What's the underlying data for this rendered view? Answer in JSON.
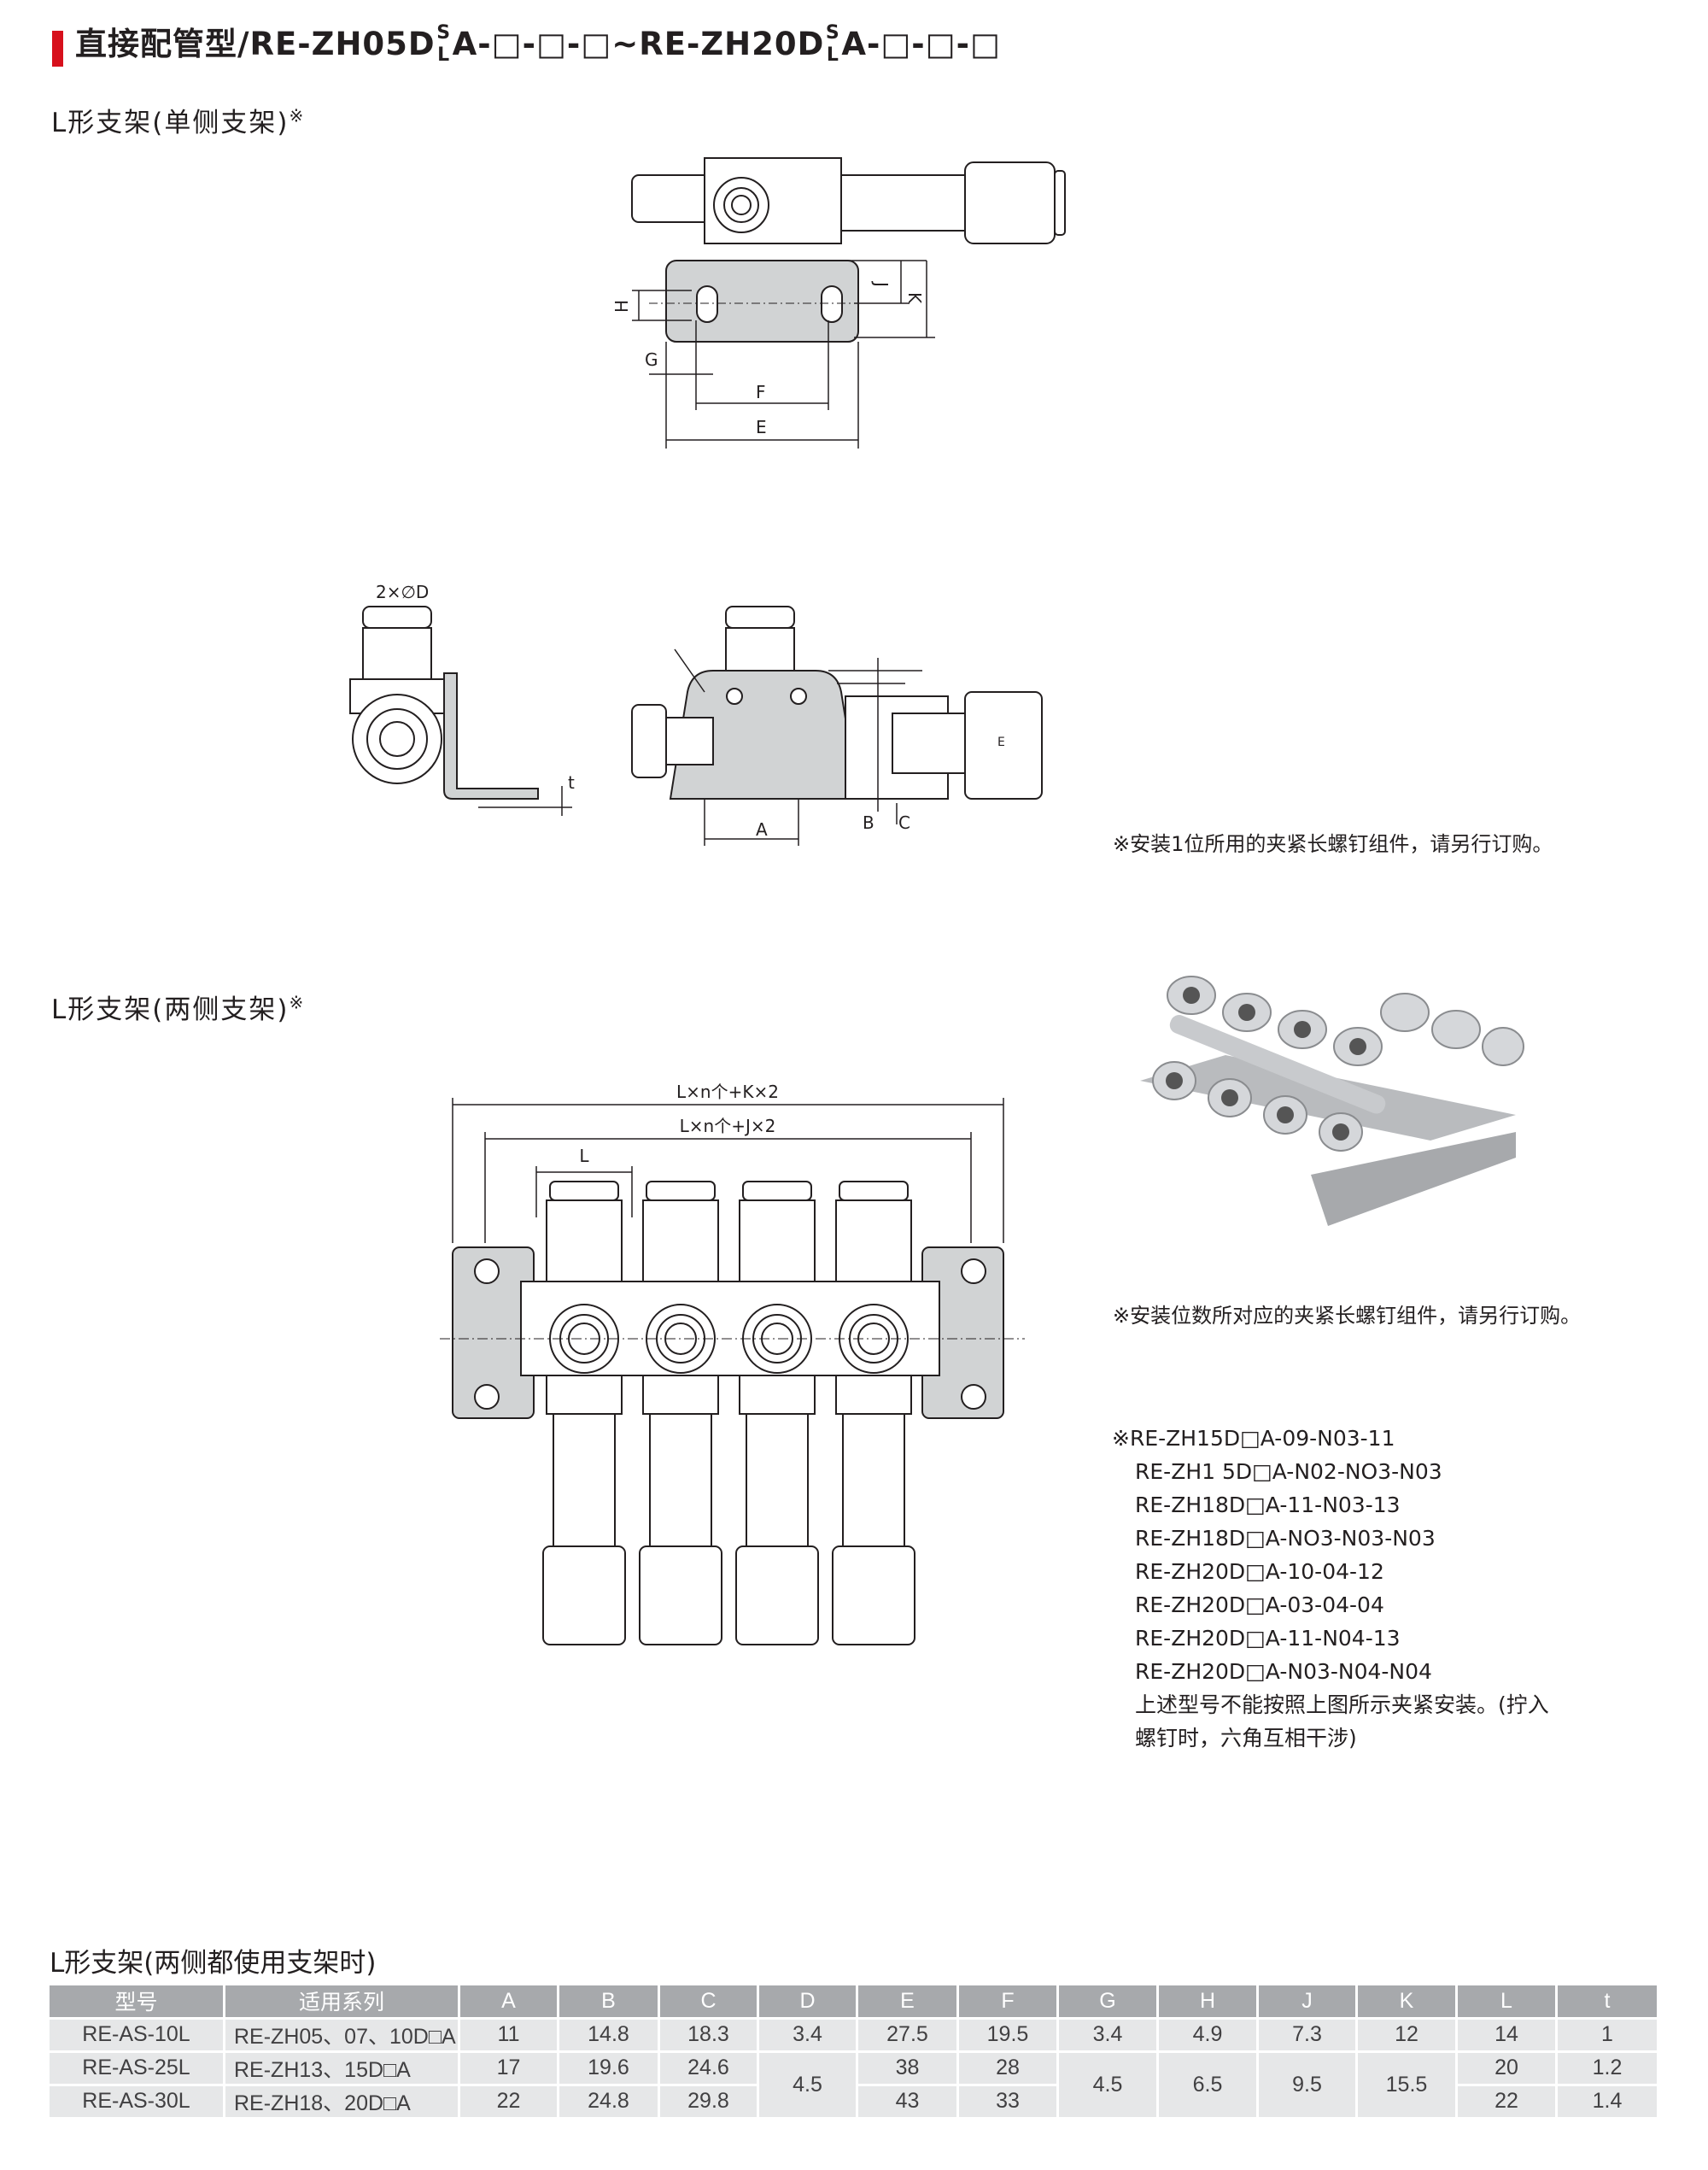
{
  "header": {
    "title_prefix": "直接配管型/RE-ZH05D",
    "title_mid": "A-□-□-□~RE-ZH20D",
    "title_suffix": "A-□-□-□",
    "sub_s": "S",
    "sub_l": "L",
    "accent": "#d7101c"
  },
  "section1": {
    "title": "L形支架(单侧支架)",
    "mark": "※",
    "note": "※安装1位所用的夹紧长螺钉组件，请另行订购。",
    "labels": {
      "H": "H",
      "J": "J",
      "K": "K",
      "G": "G",
      "F": "F",
      "E": "E",
      "D": "2×∅D",
      "t": "t",
      "A": "A",
      "B": "B",
      "C": "C",
      "Emark": "E"
    }
  },
  "section2": {
    "title": "L形支架(两侧支架)",
    "mark": "※",
    "note": "※安装位数所对应的夹紧长螺钉组件，请另行订购。",
    "labels": {
      "LK": "L×n个+K×2",
      "LJ": "L×n个+J×2",
      "L": "L"
    },
    "models": [
      "※RE-ZH15D□A-09-N03-11",
      "RE-ZH1 5D□A-N02-NO3-N03",
      "RE-ZH18D□A-11-N03-13",
      "RE-ZH18D□A-NO3-N03-N03",
      "RE-ZH20D□A-10-04-12",
      "RE-ZH20D□A-03-04-04",
      "RE-ZH20D□A-11-N04-13",
      "RE-ZH20D□A-N03-N04-N04"
    ],
    "model_note": [
      "上述型号不能按照上图所示夹紧安装。(拧入",
      "螺钉时，六角互相干涉)"
    ]
  },
  "table": {
    "title": "L形支架(两侧都使用支架时)",
    "headers": [
      "型号",
      "适用系列",
      "A",
      "B",
      "C",
      "D",
      "E",
      "F",
      "G",
      "H",
      "J",
      "K",
      "L",
      "t"
    ],
    "rows": [
      [
        "RE-AS-10L",
        "RE-ZH05、07、10D□A",
        "11",
        "14.8",
        "18.3",
        "3.4",
        "27.5",
        "19.5",
        "3.4",
        "4.9",
        "7.3",
        "12",
        "14",
        "1"
      ],
      [
        "RE-AS-25L",
        "RE-ZH13、15D□A",
        "17",
        "19.6",
        "24.6",
        "4.5",
        "38",
        "28",
        "4.5",
        "6.5",
        "9.5",
        "15.5",
        "20",
        "1.2"
      ],
      [
        "RE-AS-30L",
        "RE-ZH18、20D□A",
        "22",
        "24.8",
        "29.8",
        "",
        "43",
        "33",
        "",
        "",
        "",
        "",
        "22",
        "1.4"
      ]
    ]
  }
}
